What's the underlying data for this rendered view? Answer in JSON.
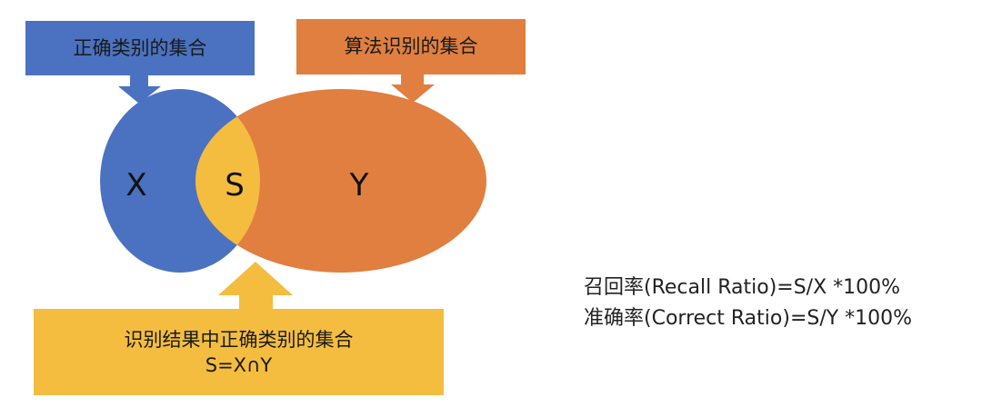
{
  "colors": {
    "blue": "#4a72c0",
    "orange": "#e07f40",
    "yellow": "#f4bd40",
    "text": "#1a1a1a"
  },
  "top_left_box": {
    "label": "正确类别的集合"
  },
  "top_right_box": {
    "label": "算法识别的集合"
  },
  "venn": {
    "left_set": "X",
    "intersection": "S",
    "right_set": "Y"
  },
  "bottom_box": {
    "line1": "识别结果中正确类别的集合",
    "line2": "S=X∩Y"
  },
  "formulas": {
    "recall": "召回率(Recall Ratio)=S/X *100%",
    "precision": "准确率(Correct Ratio)=S/Y *100%"
  }
}
